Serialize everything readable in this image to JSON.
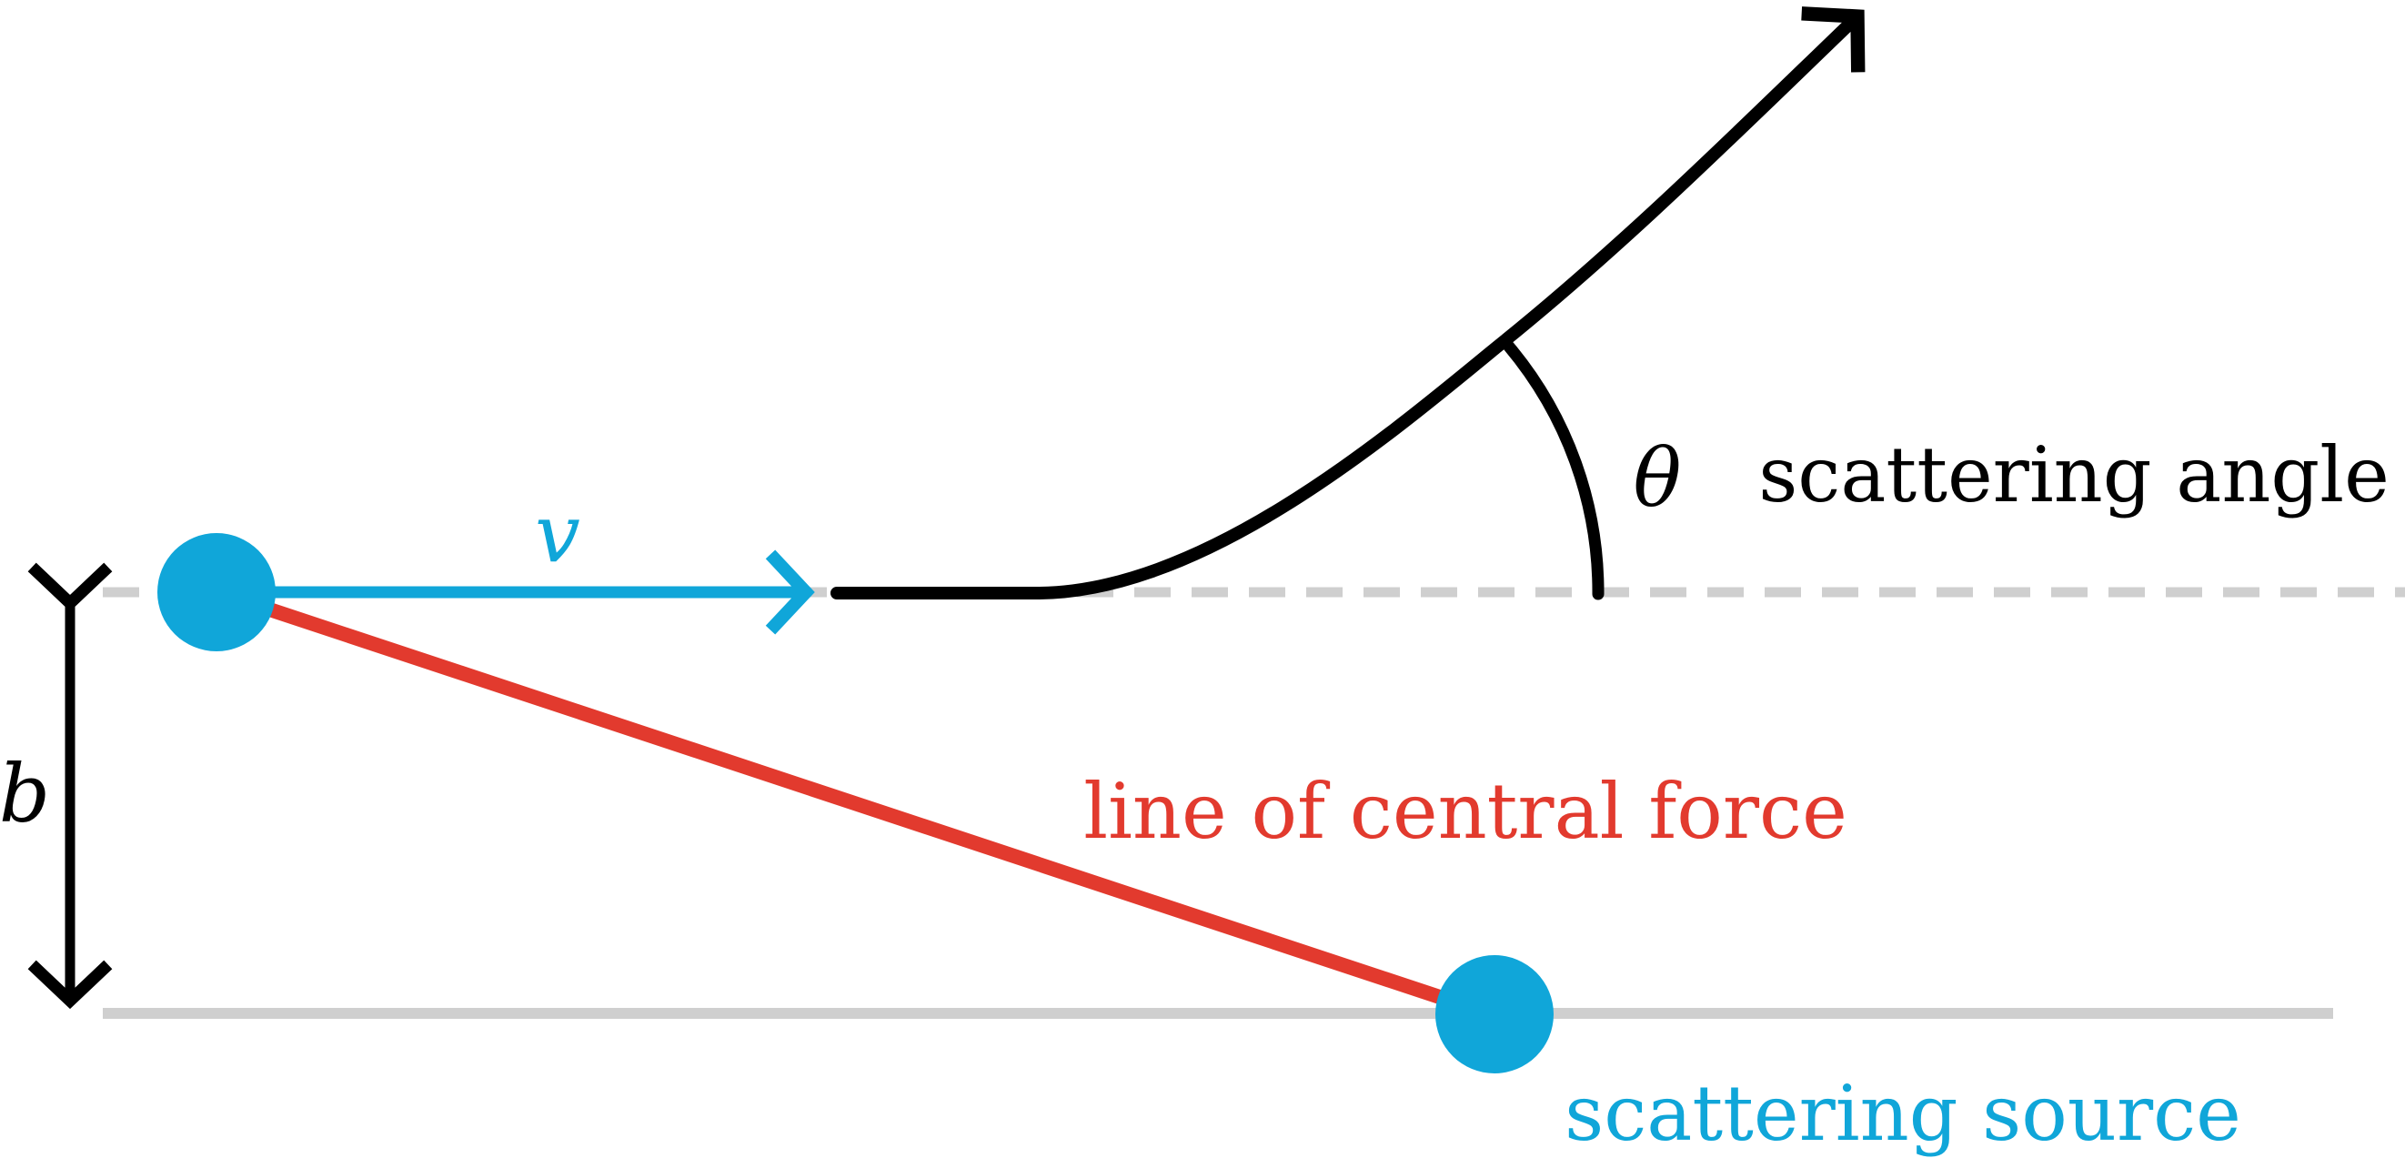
{
  "diagram": {
    "labels": {
      "velocity": "v",
      "impact_parameter": "b",
      "theta": "θ",
      "scattering_angle": "scattering angle",
      "line_of_central_force": "line of central force",
      "scattering_source": "scattering source"
    },
    "colors": {
      "particle_cyan": "#10a6d9",
      "force_red": "#e23a2e",
      "guide_gray": "#cfcfcf",
      "trajectory_black": "#000000"
    }
  }
}
